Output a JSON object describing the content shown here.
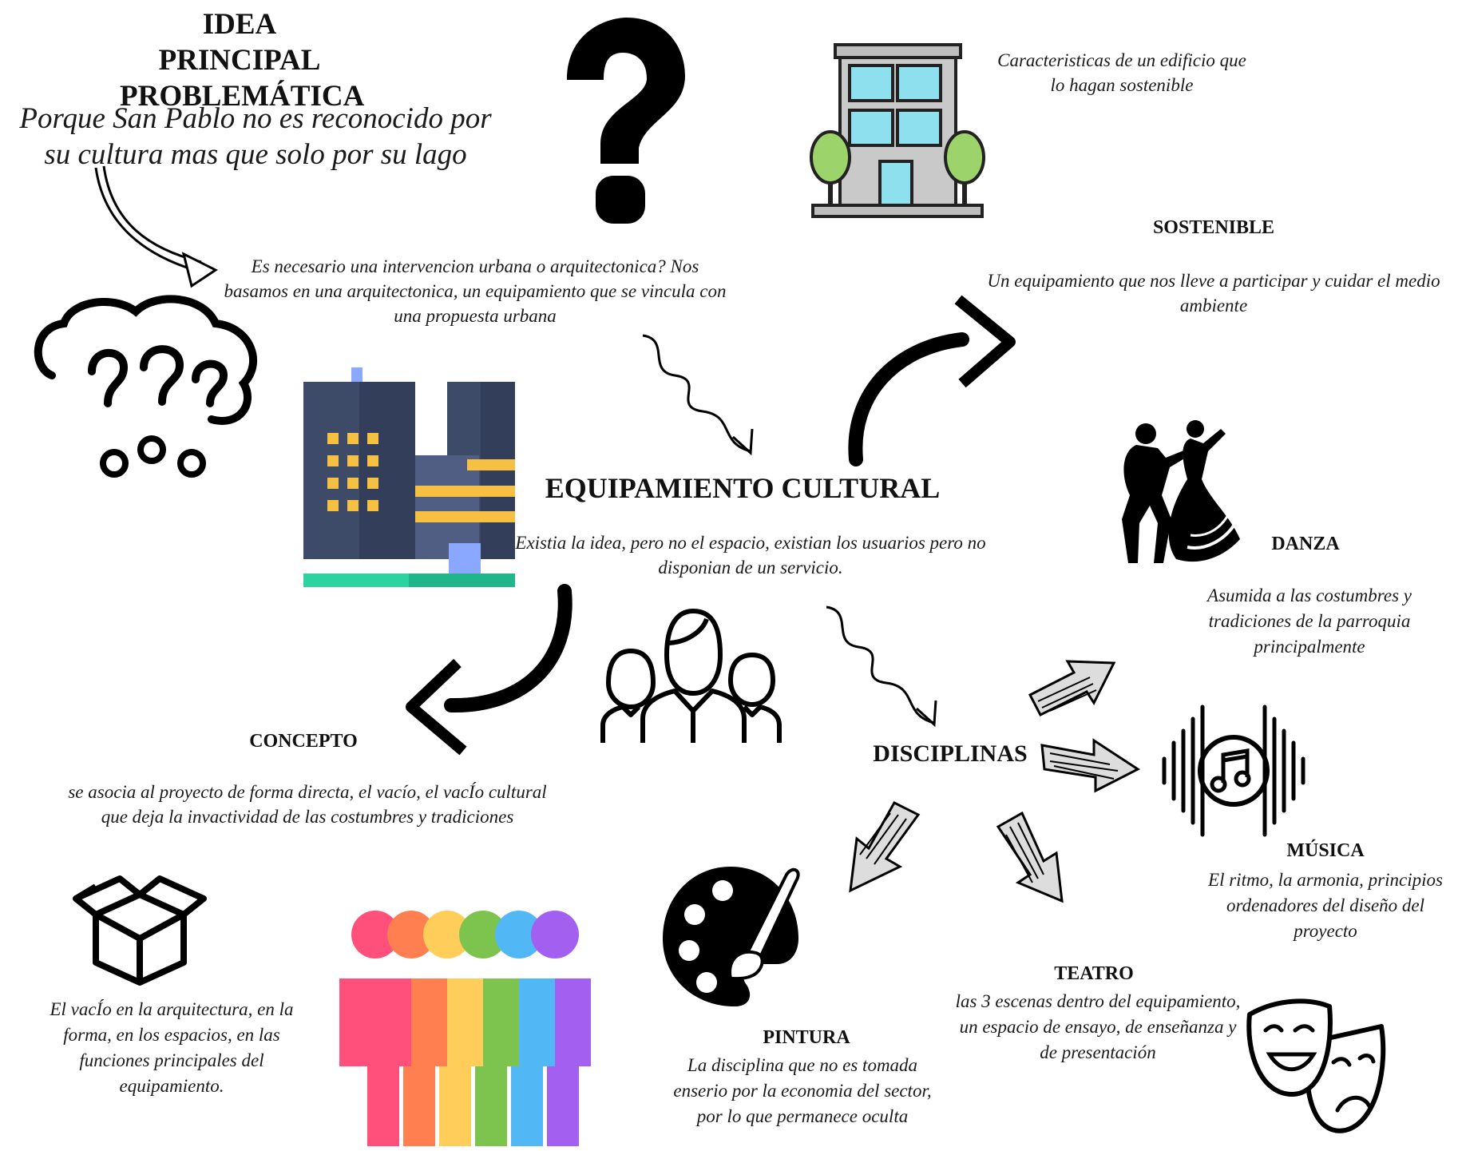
{
  "problema": {
    "title_line1": "IDEA PRINCIPAL",
    "title_line2": "PROBLEMÁTICA",
    "description": "Porque San Pablo no es reconocido por su cultura mas que solo por su lago"
  },
  "pregunta": {
    "text": "Es necesario una intervencion urbana o arquitectonica? Nos basamos en una arquitectonica, un equipamiento que se vincula con una propuesta urbana"
  },
  "edificio": {
    "text": "Caracteristicas de un edificio que lo hagan sostenible"
  },
  "sostenible": {
    "title": "SOSTENIBLE",
    "text": "Un equipamiento que nos lleve a participar y cuidar el medio ambiente"
  },
  "equipamiento": {
    "title": "EQUIPAMIENTO CULTURAL",
    "text": "Existia la idea, pero no el espacio, existian los usuarios pero no disponian de un servicio."
  },
  "concepto": {
    "title": "CONCEPTO",
    "text": "se asocia al proyecto de forma directa, el vacío, el vacÍo cultural que deja la invactividad de las costumbres y tradiciones",
    "vacio_text": "El vacÍo en la arquitectura, en la forma, en los espacios, en las funciones principales del equipamiento."
  },
  "disciplinas": {
    "title": "DISCIPLINAS",
    "danza": {
      "title": "DANZA",
      "text": "Asumida a las costumbres y tradiciones de la parroquia principalmente"
    },
    "musica": {
      "title": "MÚSICA",
      "text": "El ritmo, la armonia, principios ordenadores del diseño del proyecto"
    },
    "teatro": {
      "title": "TEATRO",
      "text": "las 3 escenas dentro del equipamiento, un espacio de ensayo, de enseñanza y de presentación"
    },
    "pintura": {
      "title": "PINTURA",
      "text": "La disciplina que no es tomada enserio por la economia del sector, por lo que permanece oculta"
    }
  },
  "icons": [
    "question-mark-icon",
    "thinking-questions-icon",
    "sustainable-building-icon",
    "city-building-icon",
    "users-group-icon",
    "curved-arrow-up-icon",
    "curved-arrow-down-icon",
    "wavy-arrow-icon",
    "dancers-icon",
    "music-note-icon",
    "theater-masks-icon",
    "paint-palette-icon",
    "open-box-icon",
    "diverse-people-icon",
    "sketch-arrow-icon"
  ],
  "colors": {
    "text": "#111111",
    "building_dark": "#3d4a68",
    "building_window": "#f6c143",
    "building_base": "#2cd2a0",
    "green_tree": "#9cd36b",
    "people_colors": [
      "#ff4f7b",
      "#ff7f50",
      "#ffcd59",
      "#7cc44e",
      "#52b8f5",
      "#a25ff0"
    ]
  }
}
